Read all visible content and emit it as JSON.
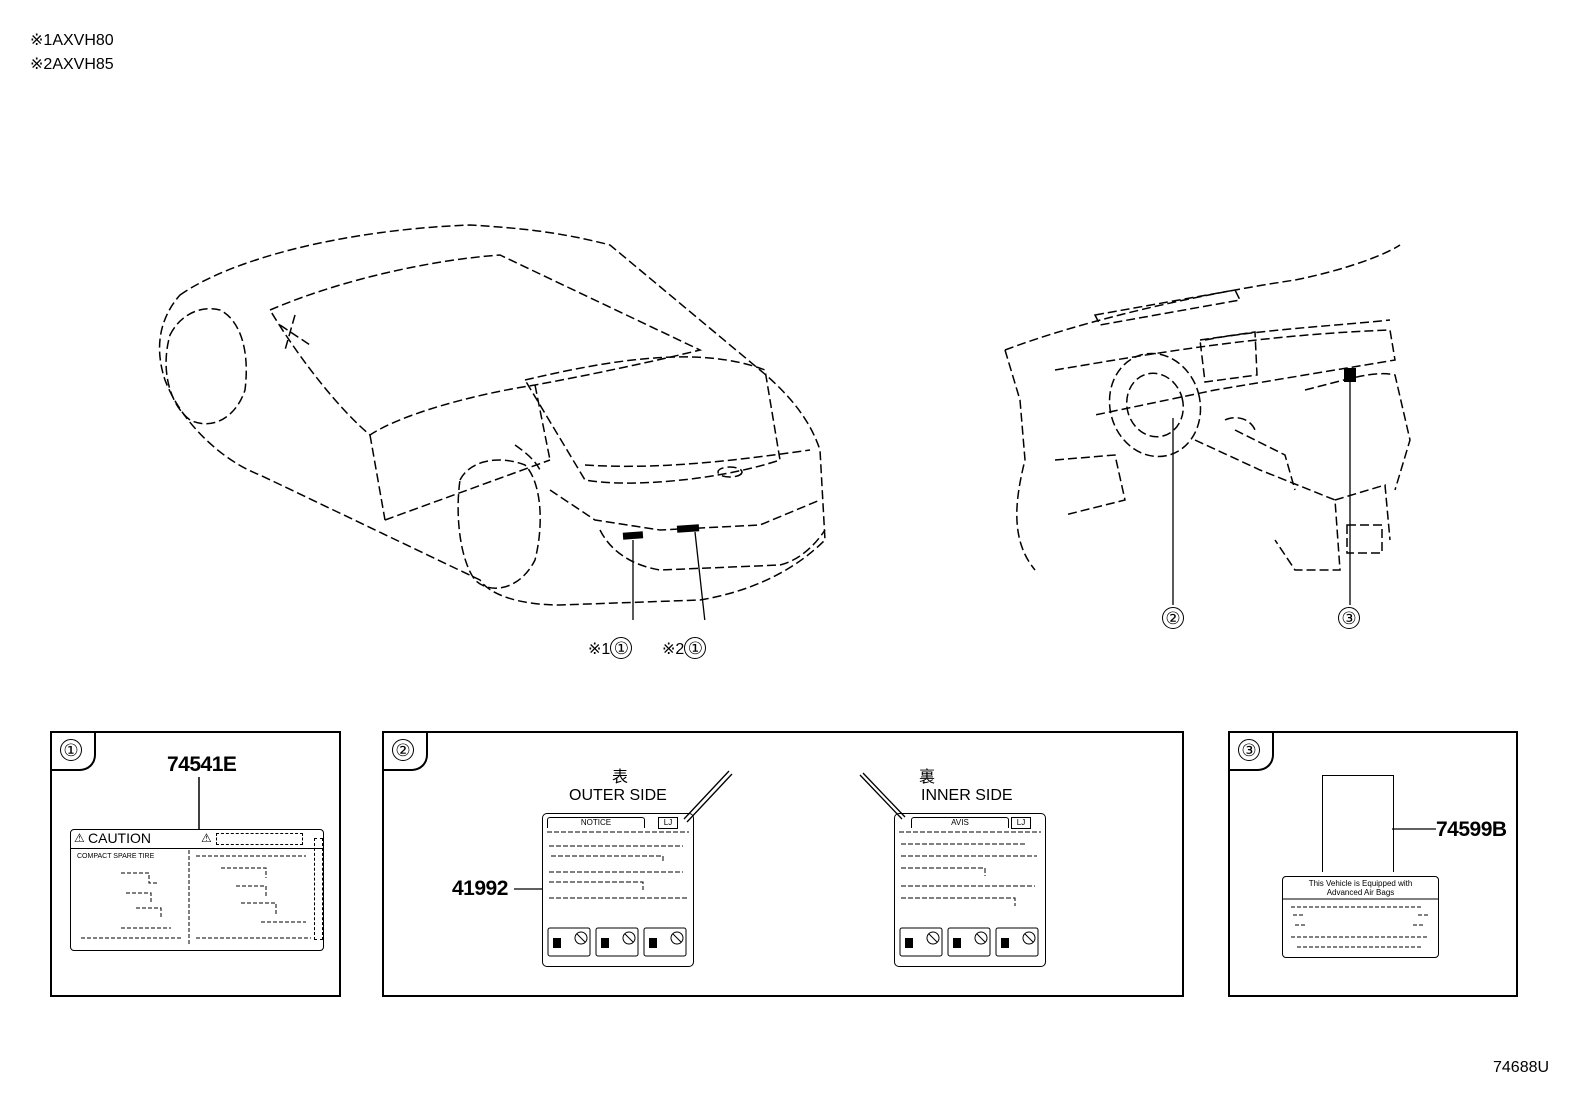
{
  "notes": [
    {
      "mark": "※1",
      "text": "AXVH80"
    },
    {
      "mark": "※2",
      "text": "AXVH85"
    }
  ],
  "callouts": {
    "car_left": {
      "mark": "※1",
      "num": "①"
    },
    "car_right": {
      "mark": "※2",
      "num": "①"
    },
    "dash_steering": "②",
    "dash_right": "③"
  },
  "panel1": {
    "num": "①",
    "part": "74541E",
    "label_title": "CAUTION",
    "label_sub": "COMPACT SPARE TIRE"
  },
  "panel2": {
    "num": "②",
    "part": "41992",
    "outer_jp": "表",
    "outer": "OUTER SIDE",
    "outer_tab": "NOTICE",
    "inner_jp": "裏",
    "inner": "INNER SIDE",
    "inner_tab": "AVIS",
    "lang": "LJ"
  },
  "panel3": {
    "num": "③",
    "part": "74599B",
    "label_line1": "This Vehicle is Equipped with",
    "label_line2": "Advanced Air Bags"
  },
  "diagram_id": "74688U"
}
